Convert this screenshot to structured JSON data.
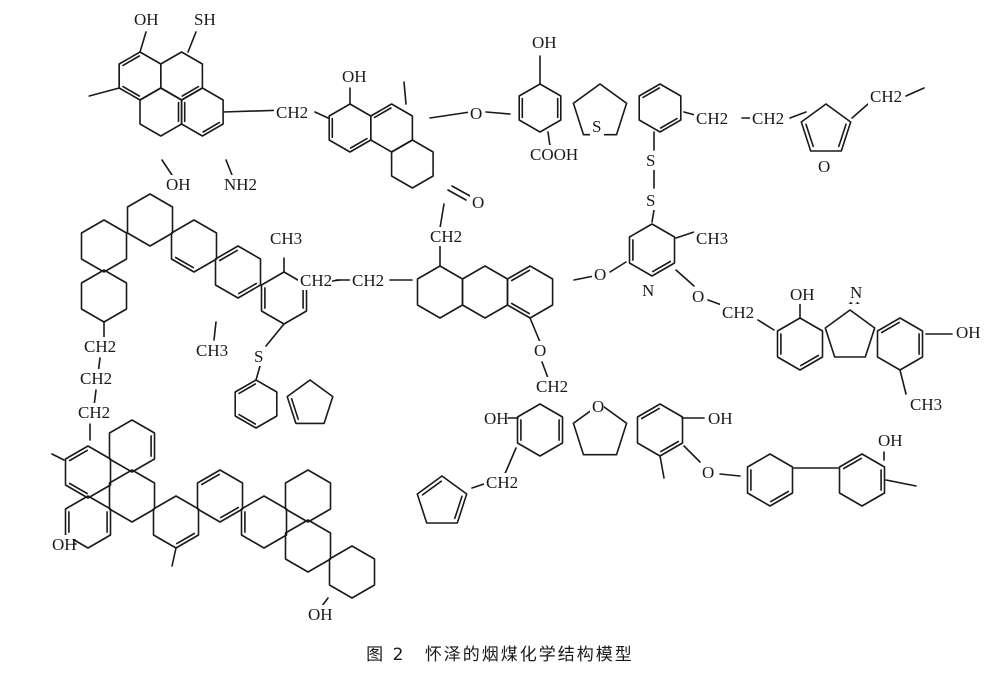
{
  "caption": {
    "figure_number": "图 2",
    "title": "怀泽的烟煤化学结构模型"
  },
  "labels": {
    "oh": "OH",
    "sh": "SH",
    "nh2": "NH2",
    "nh": "H",
    "n": "N",
    "o": "O",
    "s": "S",
    "cooh": "COOH",
    "ch2": "CH2",
    "ch3": "CH3"
  }
}
